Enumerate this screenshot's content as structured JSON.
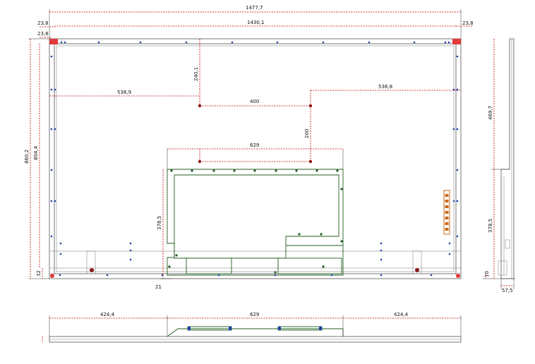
{
  "dimensions": {
    "overall_width": "1477,7",
    "inner_width": "1430,1",
    "edge_top_right": "23,8",
    "edge_top_left": "23,8",
    "edge_left_2": "23,8",
    "mount_top_offset": "240,1",
    "mount_left_offset": "538,9",
    "mount_right_offset": "538,8",
    "mount_horizontal_spacing": "400",
    "mount_vertical_spacing": "200",
    "board_width": "629",
    "overall_height": "860,2",
    "inner_height": "804,4",
    "board_height": "378,5",
    "bottom_edge": "32",
    "bottom_small": "21",
    "side_height_top": "469,7",
    "side_height_bottom": "378,5",
    "side_bottom_small": "10",
    "side_depth": "57,5",
    "bottom_left": "424,4",
    "bottom_center": "629",
    "bottom_right": "424,4"
  },
  "colors": {
    "dimension_line": "#c00000",
    "mount_point": "#8b1a1a",
    "screw_point": "#1f3fae",
    "board_outline": "#1f5e1f",
    "connector": "#c96a1a"
  }
}
